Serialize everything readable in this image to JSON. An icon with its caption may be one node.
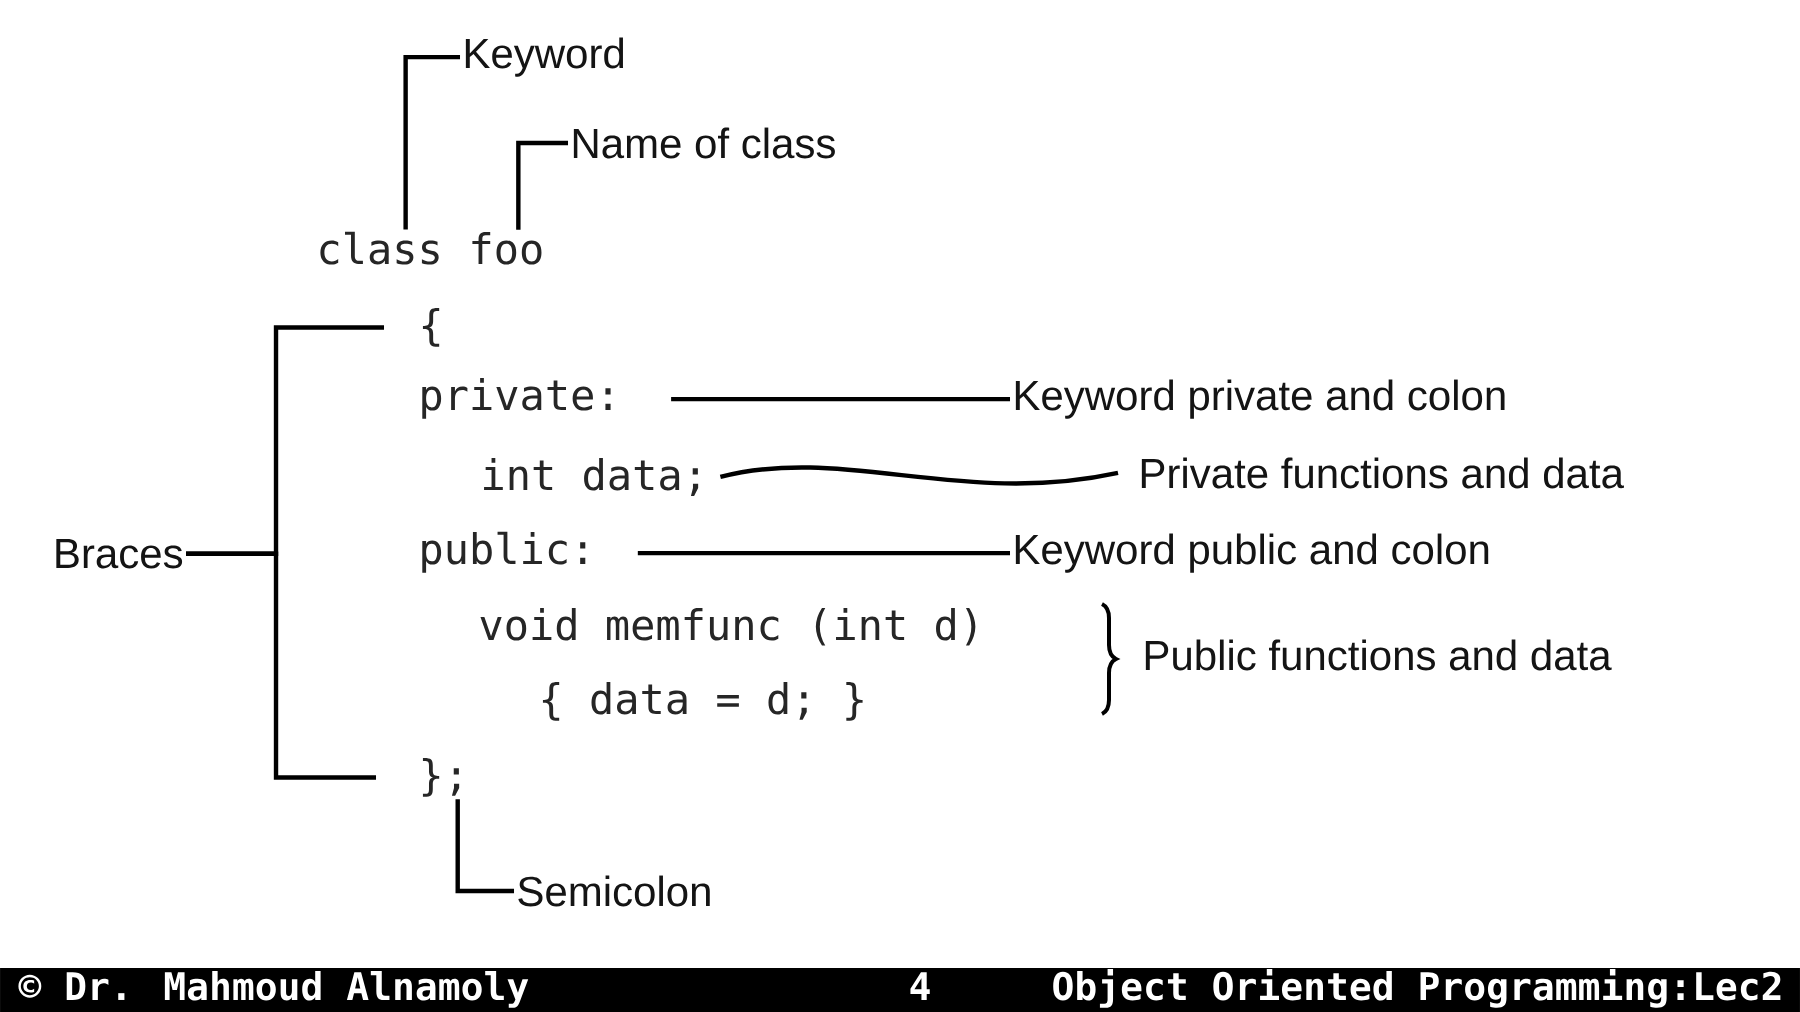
{
  "diagram": {
    "nodes": [
      {
        "text": [
          "Keyword"
        ]
      },
      {
        "text": [
          "Name of class"
        ]
      },
      {
        "text": [
          "class"
        ]
      },
      {
        "text": [
          "foo"
        ]
      },
      {
        "text": [
          "{"
        ]
      },
      {
        "text": [
          "private:"
        ]
      },
      {
        "text": [
          "Keyword private and colon"
        ]
      },
      {
        "text": [
          "int data;"
        ]
      },
      {
        "text": [
          "Private functions and data"
        ]
      },
      {
        "text": [
          "Braces"
        ]
      },
      {
        "text": [
          "public:"
        ]
      },
      {
        "text": [
          "Keyword public and colon"
        ]
      },
      {
        "text": [
          "};"
        ]
      },
      {
        "text": [
          "Semicolon"
        ]
      }
    ],
    "edges": [
      {
        "from": 0,
        "to": 2,
        "arrow": "none"
      },
      {
        "from": 1,
        "to": 3,
        "arrow": "none"
      },
      {
        "from": 9,
        "to": 4,
        "arrow": "none"
      },
      {
        "from": 9,
        "to": 12,
        "arrow": "none"
      },
      {
        "from": 6,
        "to": 5,
        "arrow": "none"
      },
      {
        "from": 8,
        "to": 7,
        "arrow": "none"
      },
      {
        "from": 11,
        "to": 10,
        "arrow": "none"
      },
      {
        "from": 13,
        "to": 12,
        "arrow": "none"
      }
    ],
    "labels": [
      "void memfunc (int d)",
      "Public functions and data",
      "{ data = d; }",
      "© Dr. Mahmoud Alnamoly",
      "4",
      "Object Oriented Programming:Lec2"
    ]
  }
}
